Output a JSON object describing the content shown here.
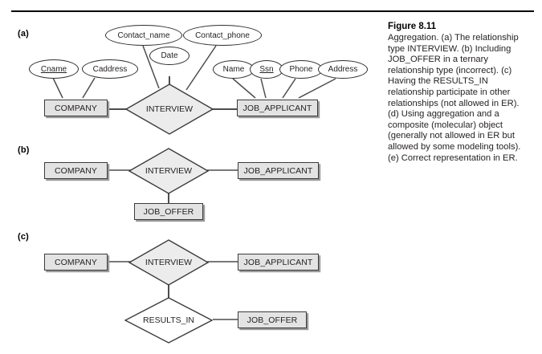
{
  "figure": {
    "title": "Figure 8.11",
    "caption": "Aggregation. (a) The relationship type INTERVIEW. (b) Including JOB_OFFER in a ternary relationship type (incorrect). (c) Having the RESULTS_IN relationship participate in other relationships (not allowed in ER). (d) Using aggregation and a composite (molecular) object (generally not allowed in ER but allowed by some modeling tools). (e) Correct representation in ER."
  },
  "sections": {
    "a": {
      "label": "(a)"
    },
    "b": {
      "label": "(b)"
    },
    "c": {
      "label": "(c)"
    }
  },
  "entities": {
    "company": "COMPANY",
    "job_applicant": "JOB_APPLICANT",
    "job_offer": "JOB_OFFER"
  },
  "relationships": {
    "interview": "INTERVIEW",
    "results_in": "RESULTS_IN"
  },
  "attributes": {
    "cname": "Cname",
    "caddress": "Caddress",
    "contact_name": "Contact_name",
    "contact_phone": "Contact_phone",
    "date": "Date",
    "name": "Name",
    "ssn": "Ssn",
    "phone": "Phone",
    "address": "Address"
  },
  "colors": {
    "entity_fill": "#e3e3e3",
    "diamond_fill": "#ececec",
    "stroke": "#3b3b3b",
    "shadow": "#9a9a9a",
    "rule": "#000000"
  }
}
